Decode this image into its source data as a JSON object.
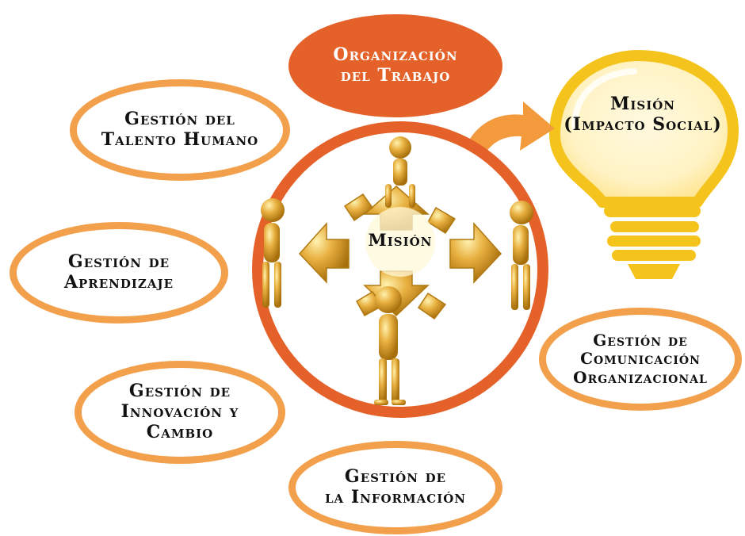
{
  "top": {
    "line1": "Organización",
    "line2": "del Trabajo"
  },
  "mission_bulb": {
    "line1": "Misión",
    "line2": "(Impacto Social)"
  },
  "center": {
    "label": "Misión"
  },
  "ovals": {
    "talento": {
      "line1": "Gestión del",
      "line2": "Talento Humano"
    },
    "aprendizaje": {
      "line1": "Gestión de",
      "line2": "Aprendizaje"
    },
    "innovacion": {
      "line1": "Gestión de",
      "line2": "Innovación y",
      "line3": "Cambio"
    },
    "informacion": {
      "line1": "Gestión de",
      "line2": "la Información"
    },
    "comunicacion": {
      "line1": "Gestión de",
      "line2": "Comunicación",
      "line3": "Organizacional"
    }
  },
  "colors": {
    "dark_orange": "#e4622a",
    "light_orange": "#f3a04c",
    "gold": "#e8b040",
    "bulb_yellow": "#f5c41c"
  },
  "icons": {
    "figures": "gold-figures-holding-arrows-icon",
    "bulb": "lightbulb-icon",
    "arrow": "curved-arrow-icon"
  }
}
